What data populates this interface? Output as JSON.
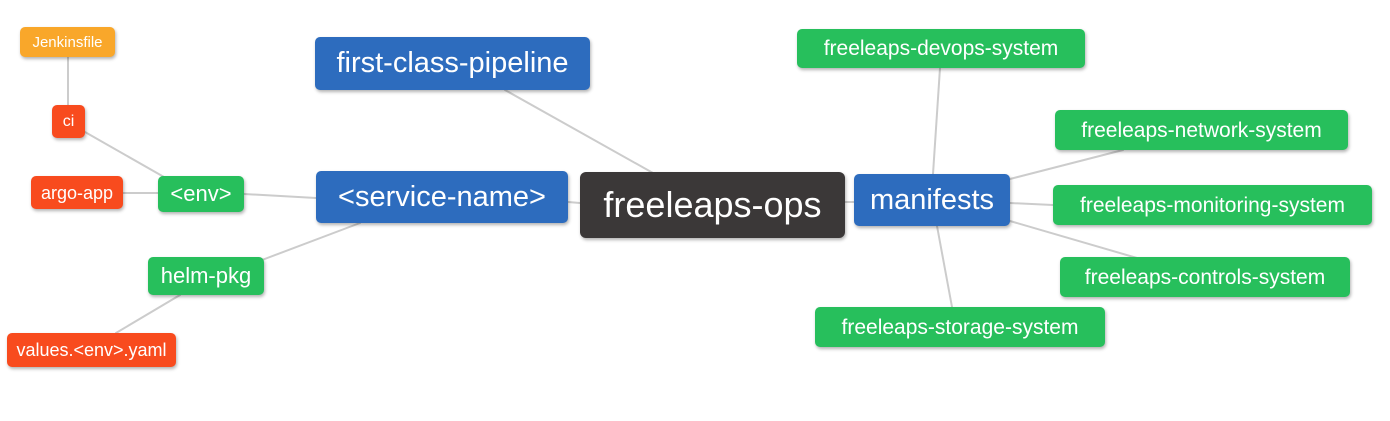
{
  "colors": {
    "blue": "#2d6cbe",
    "green": "#27bf5c",
    "red": "#f84b1e",
    "orange": "#f9a72a",
    "dark": "#3b3838",
    "edge": "#cccccc",
    "text": "#ffffff",
    "background": "#ffffff"
  },
  "mindmap": {
    "root": {
      "label": "freeleaps-ops",
      "color": "dark"
    },
    "nodes": {
      "jenkinsfile": {
        "label": "Jenkinsfile",
        "color": "orange",
        "level": 5
      },
      "ci": {
        "label": "ci",
        "color": "red",
        "level": 4
      },
      "argo_app": {
        "label": "argo-app",
        "color": "red",
        "level": 4
      },
      "env": {
        "label": "<env>",
        "color": "green",
        "level": 3
      },
      "helm_pkg": {
        "label": "helm-pkg",
        "color": "green",
        "level": 3
      },
      "values_env_yaml": {
        "label": "values.<env>.yaml",
        "color": "red",
        "level": 4
      },
      "first_class_pipeline": {
        "label": "first-class-pipeline",
        "color": "blue",
        "level": 2
      },
      "service_name": {
        "label": "<service-name>",
        "color": "blue",
        "level": 2
      },
      "manifests": {
        "label": "manifests",
        "color": "blue",
        "level": 2
      },
      "devops_system": {
        "label": "freeleaps-devops-system",
        "color": "green",
        "level": 3
      },
      "network_system": {
        "label": "freeleaps-network-system",
        "color": "green",
        "level": 3
      },
      "monitoring_system": {
        "label": "freeleaps-monitoring-system",
        "color": "green",
        "level": 3
      },
      "controls_system": {
        "label": "freeleaps-controls-system",
        "color": "green",
        "level": 3
      },
      "storage_system": {
        "label": "freeleaps-storage-system",
        "color": "green",
        "level": 3
      }
    },
    "edges": [
      [
        "jenkinsfile",
        "ci"
      ],
      [
        "ci",
        "env"
      ],
      [
        "argo_app",
        "env"
      ],
      [
        "env",
        "service_name"
      ],
      [
        "service_name",
        "helm_pkg"
      ],
      [
        "helm_pkg",
        "values_env_yaml"
      ],
      [
        "first_class_pipeline",
        "freeleaps_ops"
      ],
      [
        "service_name",
        "freeleaps_ops"
      ],
      [
        "freeleaps_ops",
        "manifests"
      ],
      [
        "devops_system",
        "manifests"
      ],
      [
        "manifests",
        "network_system"
      ],
      [
        "manifests",
        "monitoring_system"
      ],
      [
        "manifests",
        "controls_system"
      ],
      [
        "manifests",
        "storage_system"
      ]
    ]
  }
}
